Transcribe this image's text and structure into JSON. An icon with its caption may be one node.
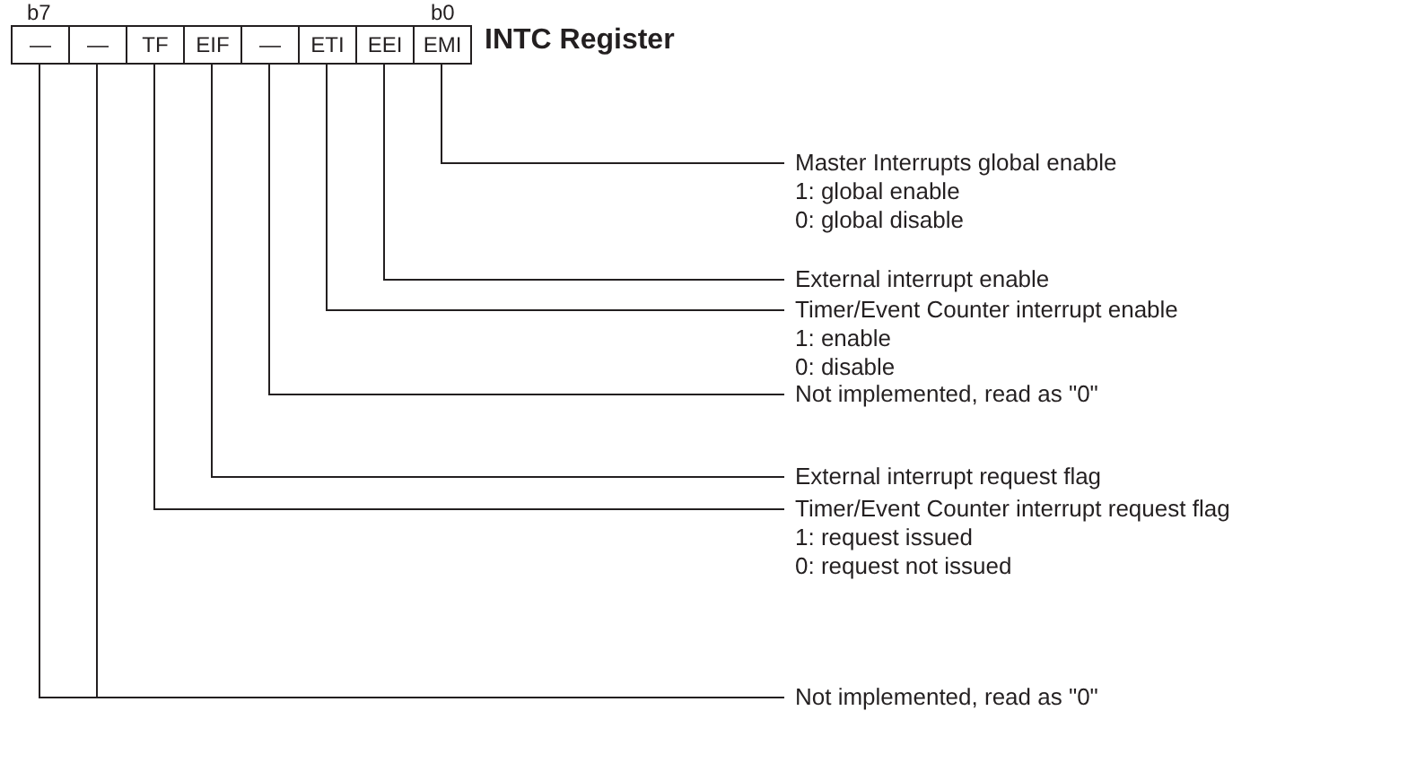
{
  "diagram": {
    "title": "INTC Register",
    "nodes": [
      {
        "text": [
          "—"
        ]
      },
      {
        "text": [
          "—"
        ]
      },
      {
        "text": [
          "TF"
        ]
      },
      {
        "text": [
          "EIF"
        ]
      },
      {
        "text": [
          "—"
        ]
      },
      {
        "text": [
          "ETI"
        ]
      },
      {
        "text": [
          "EEI"
        ]
      },
      {
        "text": [
          "EMI"
        ]
      },
      {
        "text": [
          "Master Interrupts global enable",
          "1: global enable",
          "0: global disable"
        ]
      },
      {
        "text": [
          "External interrupt enable"
        ]
      },
      {
        "text": [
          "Timer/Event Counter interrupt enable",
          "1: enable",
          "0: disable"
        ]
      },
      {
        "text": [
          "Not implemented, read as \"0\""
        ]
      },
      {
        "text": [
          "External interrupt request flag"
        ]
      },
      {
        "text": [
          "Timer/Event Counter interrupt request flag",
          "1: request issued",
          "0: request not issued"
        ]
      },
      {
        "text": [
          "Not implemented, read as \"0\""
        ]
      }
    ],
    "edges": [
      {
        "from": 7,
        "to": 8,
        "arrow": "none"
      },
      {
        "from": 6,
        "to": 9,
        "arrow": "none"
      },
      {
        "from": 5,
        "to": 10,
        "arrow": "none"
      },
      {
        "from": 4,
        "to": 11,
        "arrow": "none"
      },
      {
        "from": 3,
        "to": 12,
        "arrow": "none"
      },
      {
        "from": 2,
        "to": 13,
        "arrow": "none"
      },
      {
        "from": 0,
        "to": 14,
        "arrow": "none"
      },
      {
        "from": 1,
        "to": 14,
        "arrow": "none"
      }
    ],
    "labels": [
      "b7",
      "b0"
    ]
  }
}
